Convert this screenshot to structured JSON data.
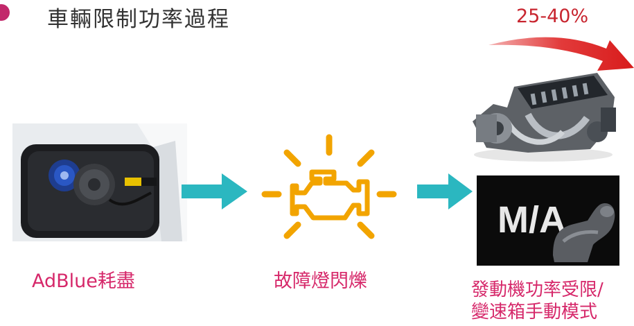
{
  "title": "車輛限制功率過程",
  "power_loss_label": "25-40%",
  "ma_text": "M/A",
  "steps": [
    {
      "label": "AdBlue耗盡"
    },
    {
      "label": "故障燈閃爍"
    },
    {
      "label_line1": "發動機功率受限/",
      "label_line2": "變速箱手動模式"
    }
  ],
  "colors": {
    "bullet": "#c2286b",
    "caption": "#d6286a",
    "arrow": "#2bb7c0",
    "warning": "#f2a400",
    "power_arrow": "#d81c1c"
  },
  "icons": [
    "engine-check-icon",
    "fuel-cap-photo",
    "engine-photo",
    "gear-shifter-icon"
  ]
}
